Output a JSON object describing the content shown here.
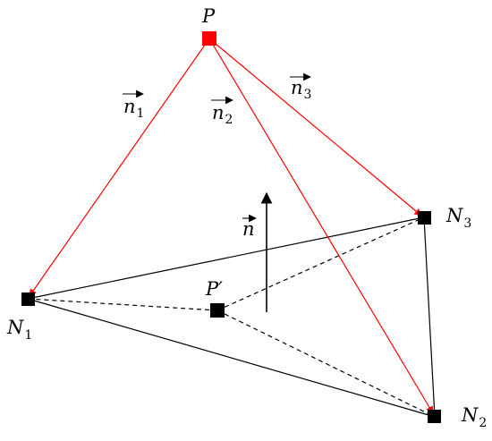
{
  "points": {
    "P": {
      "label": "P",
      "color": "#ff0000"
    },
    "P_prime": {
      "label": "P′",
      "color": "#000000"
    },
    "N1": {
      "label": "N",
      "sub": "1",
      "color": "#000000"
    },
    "N2": {
      "label": "N",
      "sub": "2",
      "color": "#000000"
    },
    "N3": {
      "label": "N",
      "sub": "3",
      "color": "#000000"
    }
  },
  "vectors": {
    "n1": {
      "label": "n",
      "sub": "1",
      "color": "#ff0000"
    },
    "n2": {
      "label": "n",
      "sub": "2",
      "color": "#ff0000"
    },
    "n3": {
      "label": "n",
      "sub": "3",
      "color": "#ff0000"
    },
    "normal": {
      "label": "n",
      "color": "#000000"
    }
  },
  "colors": {
    "ray": "#ff0000",
    "edge": "#000000",
    "marker_red": "#ff0000",
    "marker_black": "#000000"
  }
}
